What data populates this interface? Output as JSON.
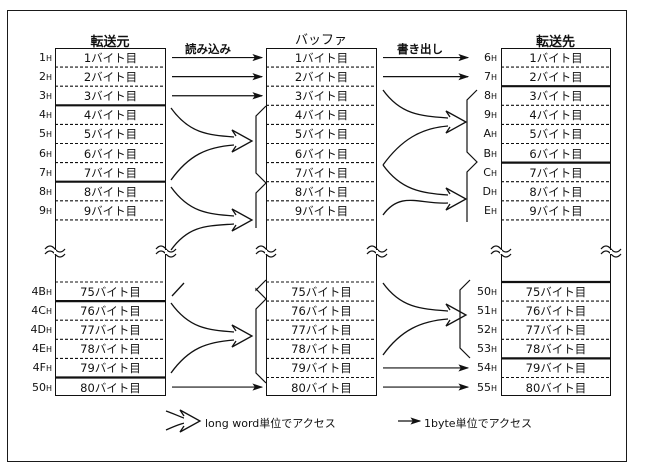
{
  "columns": {
    "source": {
      "title": "転送元",
      "top_rows": [
        {
          "addr": "1",
          "label": "1バイト目"
        },
        {
          "addr": "2",
          "label": "2バイト目"
        },
        {
          "addr": "3",
          "label": "3バイト目"
        },
        {
          "addr": "4",
          "label": "4バイト目"
        },
        {
          "addr": "5",
          "label": "5バイト目"
        },
        {
          "addr": "6",
          "label": "6バイト目"
        },
        {
          "addr": "7",
          "label": "7バイト目"
        },
        {
          "addr": "8",
          "label": "8バイト目"
        },
        {
          "addr": "9",
          "label": "9バイト目"
        }
      ],
      "bottom_rows": [
        {
          "addr": "4B",
          "label": "75バイト目"
        },
        {
          "addr": "4C",
          "label": "76バイト目"
        },
        {
          "addr": "4D",
          "label": "77バイト目"
        },
        {
          "addr": "4E",
          "label": "78バイト目"
        },
        {
          "addr": "4F",
          "label": "79バイト目"
        },
        {
          "addr": "50",
          "label": "80バイト目"
        }
      ]
    },
    "buffer": {
      "title": "バッファ",
      "top_rows": [
        "1バイト目",
        "2バイト目",
        "3バイト目",
        "4バイト目",
        "5バイト目",
        "6バイト目",
        "7バイト目",
        "8バイト目",
        "9バイト目"
      ],
      "bottom_rows": [
        "75バイト目",
        "76バイト目",
        "77バイト目",
        "78バイト目",
        "79バイト目",
        "80バイト目"
      ]
    },
    "destination": {
      "title": "転送先",
      "top_rows": [
        {
          "addr": "6",
          "label": "1バイト目"
        },
        {
          "addr": "7",
          "label": "2バイト目"
        },
        {
          "addr": "8",
          "label": "3バイト目"
        },
        {
          "addr": "9",
          "label": "4バイト目"
        },
        {
          "addr": "A",
          "label": "5バイト目"
        },
        {
          "addr": "B",
          "label": "6バイト目"
        },
        {
          "addr": "C",
          "label": "7バイト目"
        },
        {
          "addr": "D",
          "label": "8バイト目"
        },
        {
          "addr": "E",
          "label": "9バイト目"
        }
      ],
      "bottom_rows": [
        {
          "addr": "50",
          "label": "75バイト目"
        },
        {
          "addr": "51",
          "label": "76バイト目"
        },
        {
          "addr": "52",
          "label": "77バイト目"
        },
        {
          "addr": "53",
          "label": "78バイト目"
        },
        {
          "addr": "54",
          "label": "79バイト目"
        },
        {
          "addr": "55",
          "label": "80バイト目"
        }
      ]
    }
  },
  "address_suffix": "H",
  "flows": {
    "read": "読み込み",
    "write": "書き出し"
  },
  "legend": {
    "long_word": "long word単位でアクセス",
    "byte": "1byte単位でアクセス"
  },
  "colors": {
    "line": "#111111",
    "background": "#ffffff"
  }
}
